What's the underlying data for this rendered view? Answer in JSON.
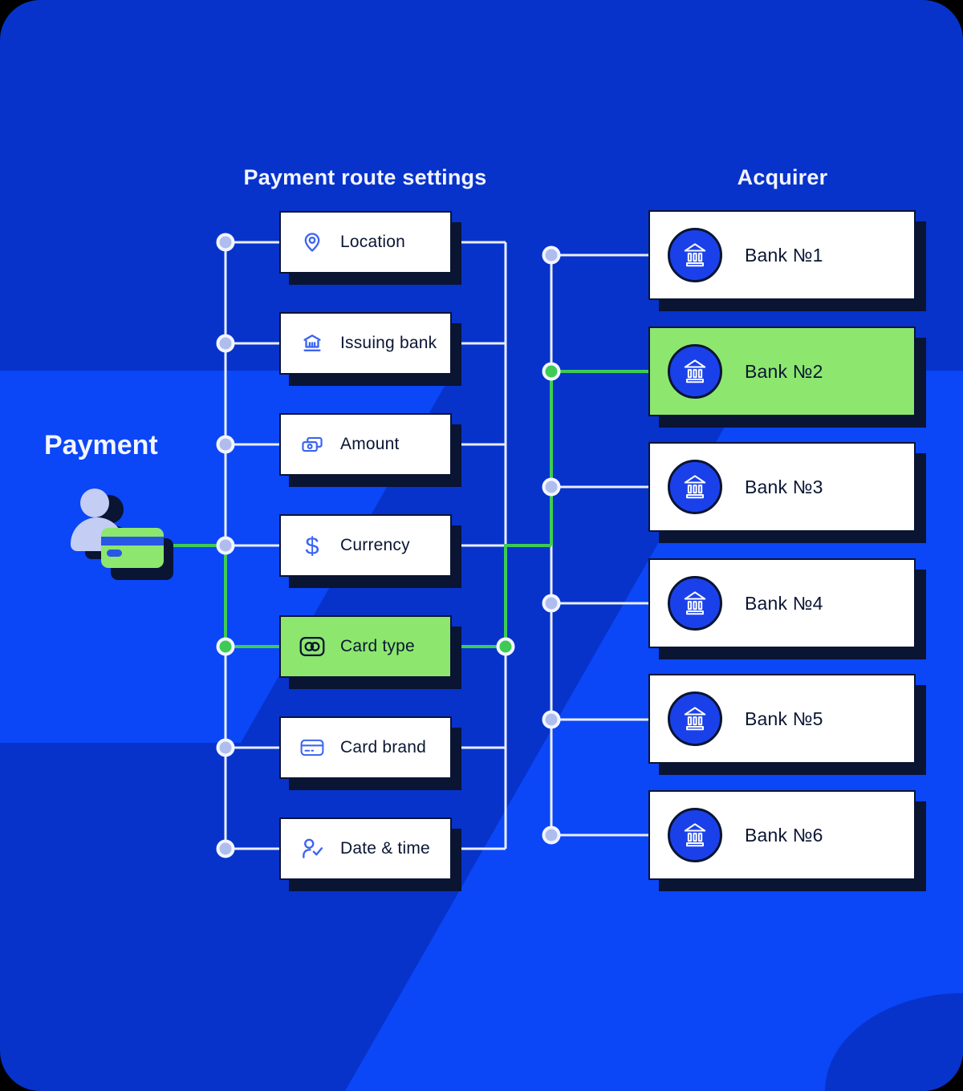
{
  "titles": {
    "payment": "Payment",
    "settings_column": "Payment route settings",
    "acquirer_column": "Acquirer"
  },
  "settings_items": [
    {
      "label": "Location",
      "icon": "location-pin-icon",
      "highlighted": false
    },
    {
      "label": "Issuing bank",
      "icon": "bank-building-icon",
      "highlighted": false
    },
    {
      "label": "Amount",
      "icon": "banknotes-icon",
      "highlighted": false
    },
    {
      "label": "Currency",
      "icon": "dollar-sign-icon",
      "symbol": "$",
      "highlighted": false
    },
    {
      "label": "Card type",
      "icon": "card-circles-icon",
      "highlighted": true
    },
    {
      "label": "Card brand",
      "icon": "credit-card-icon",
      "highlighted": false
    },
    {
      "label": "Date & time",
      "icon": "user-check-icon",
      "highlighted": false
    }
  ],
  "acquirer_items": [
    {
      "label": "Bank №1",
      "icon": "bank-icon",
      "highlighted": false
    },
    {
      "label": "Bank №2",
      "icon": "bank-icon",
      "highlighted": true
    },
    {
      "label": "Bank №3",
      "icon": "bank-icon",
      "highlighted": false
    },
    {
      "label": "Bank №4",
      "icon": "bank-icon",
      "highlighted": false
    },
    {
      "label": "Bank №5",
      "icon": "bank-icon",
      "highlighted": false
    },
    {
      "label": "Bank №6",
      "icon": "bank-icon",
      "highlighted": false
    }
  ],
  "route": {
    "highlighted_path": [
      "Payment",
      "Card type",
      "Bank №2"
    ]
  },
  "colors": {
    "background": "#0733CB",
    "background_light": "#0B46F7",
    "highlight_green": "#8DE76E",
    "route_green": "#3ECB55",
    "navy": "#0A1433",
    "node_lavender": "#AFBDEE",
    "line_white": "#E9EDFA",
    "bank_icon_blue": "#1A41E9",
    "icon_blue": "#3C64F2",
    "person_lavender": "#C4CDF3"
  }
}
